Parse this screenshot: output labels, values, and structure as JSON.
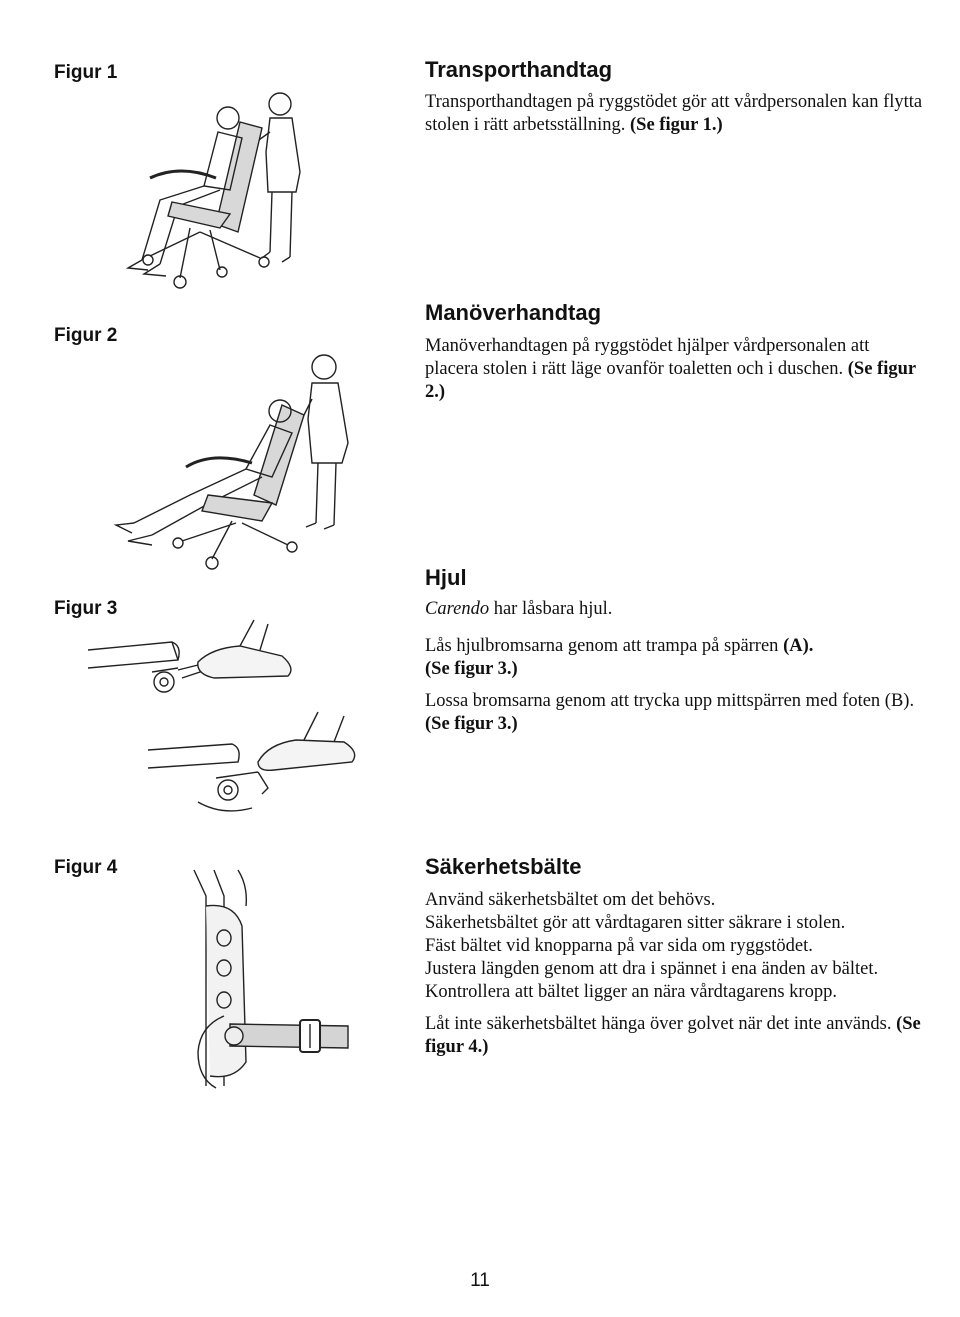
{
  "sections": [
    {
      "figure_label": "Figur 1",
      "heading": "Transporthandtag",
      "p1_text": "Transporthandtagen på ryggstödet gör att vårdpersonalen kan flytta stolen i rätt arbetsställning. ",
      "p1_ref": "(Se figur 1.)"
    },
    {
      "figure_label": "Figur 2",
      "heading": "Manöverhandtag",
      "p1_text": "Manöverhandtagen på ryggstödet hjälper vårdpersonalen att placera stolen i rätt läge ovanför toaletten och i duschen. ",
      "p1_ref": "(Se figur 2.)"
    },
    {
      "figure_label": "Figur 3",
      "heading": "Hjul",
      "p1_italic": "Carendo",
      "p1_text": " har låsbara hjul.",
      "p2_text": "Lås hjulbromsarna genom att trampa på spärren ",
      "p2_ref1": "(A).",
      "p2_ref2": "(Se figur 3.)",
      "p3_text": "Lossa bromsarna genom att trycka upp mittspärren med foten (B). ",
      "p3_ref": "(Se figur 3.)"
    },
    {
      "figure_label": "Figur 4",
      "heading": "Säkerhetsbälte",
      "lines": [
        "Använd säkerhetsbältet om det behövs.",
        "Säkerhetsbältet gör att vårdtagaren sitter säkrare i stolen.",
        "Fäst bältet vid knopparna på var sida om ryggstödet.",
        "Justera längden genom att dra i spännet i ena änden av bältet.",
        "Kontrollera att bältet ligger an nära vårdtagarens kropp."
      ],
      "p2_text": "Låt inte säkerhetsbältet hänga över golvet när det inte används. ",
      "p2_ref": "(Se figur 4.)"
    }
  ],
  "page_number": "11"
}
